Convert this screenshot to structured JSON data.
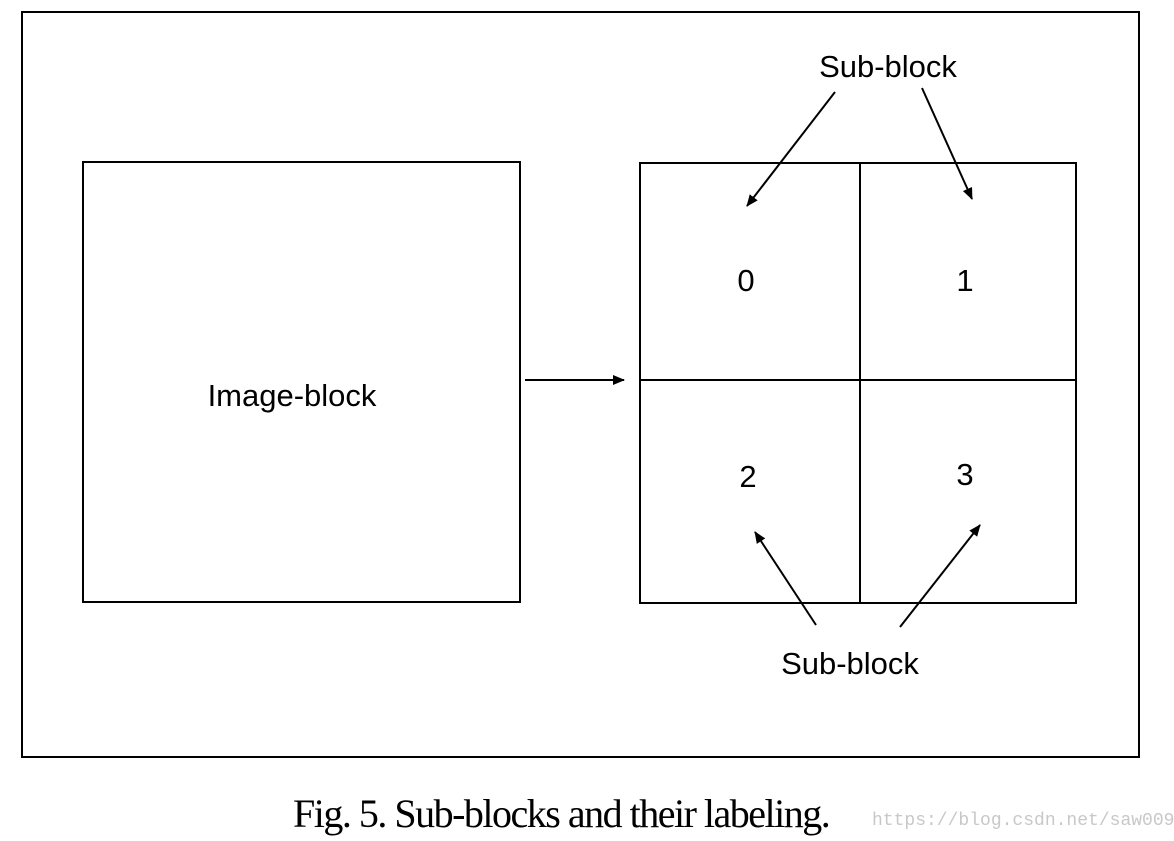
{
  "diagram": {
    "image_block_label": "Image-block",
    "sub_block_numbers": [
      "0",
      "1",
      "2",
      "3"
    ],
    "top_callout_label": "Sub-block",
    "bottom_callout_label": "Sub-block"
  },
  "caption": "Fig. 5. Sub-blocks and their labeling.",
  "watermark": "https://blog.csdn.net/saw009",
  "colors": {
    "ink": "#000000",
    "background": "#ffffff",
    "watermark": "#c8c8c8"
  }
}
